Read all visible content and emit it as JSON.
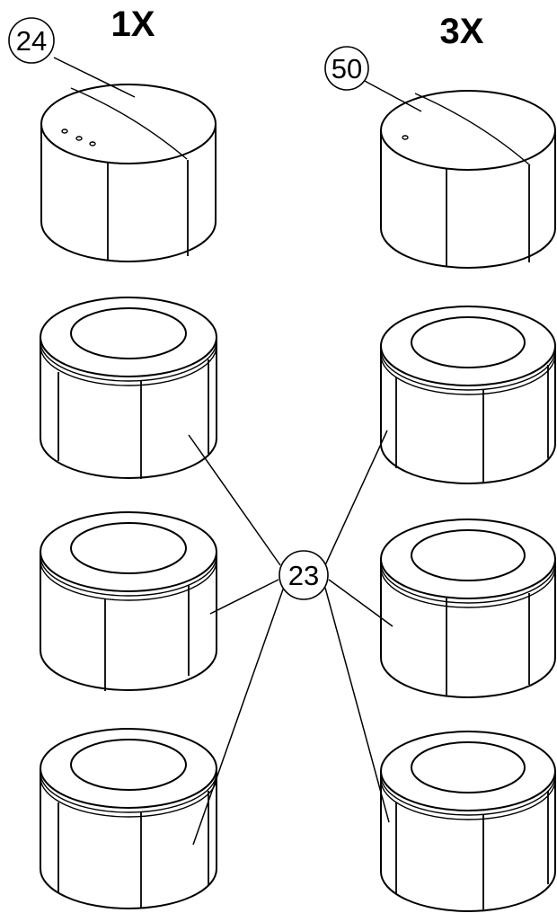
{
  "headers": {
    "left": "1X",
    "right": "3X"
  },
  "callouts": {
    "left_cap": "24",
    "right_cap": "50",
    "rings": "23"
  },
  "columns": {
    "left": {
      "cap_hole_count": 3,
      "ring_count": 3
    },
    "right": {
      "cap_hole_count": 1,
      "ring_count": 3
    }
  },
  "colors": {
    "ink": "#000000",
    "background": "#ffffff"
  }
}
